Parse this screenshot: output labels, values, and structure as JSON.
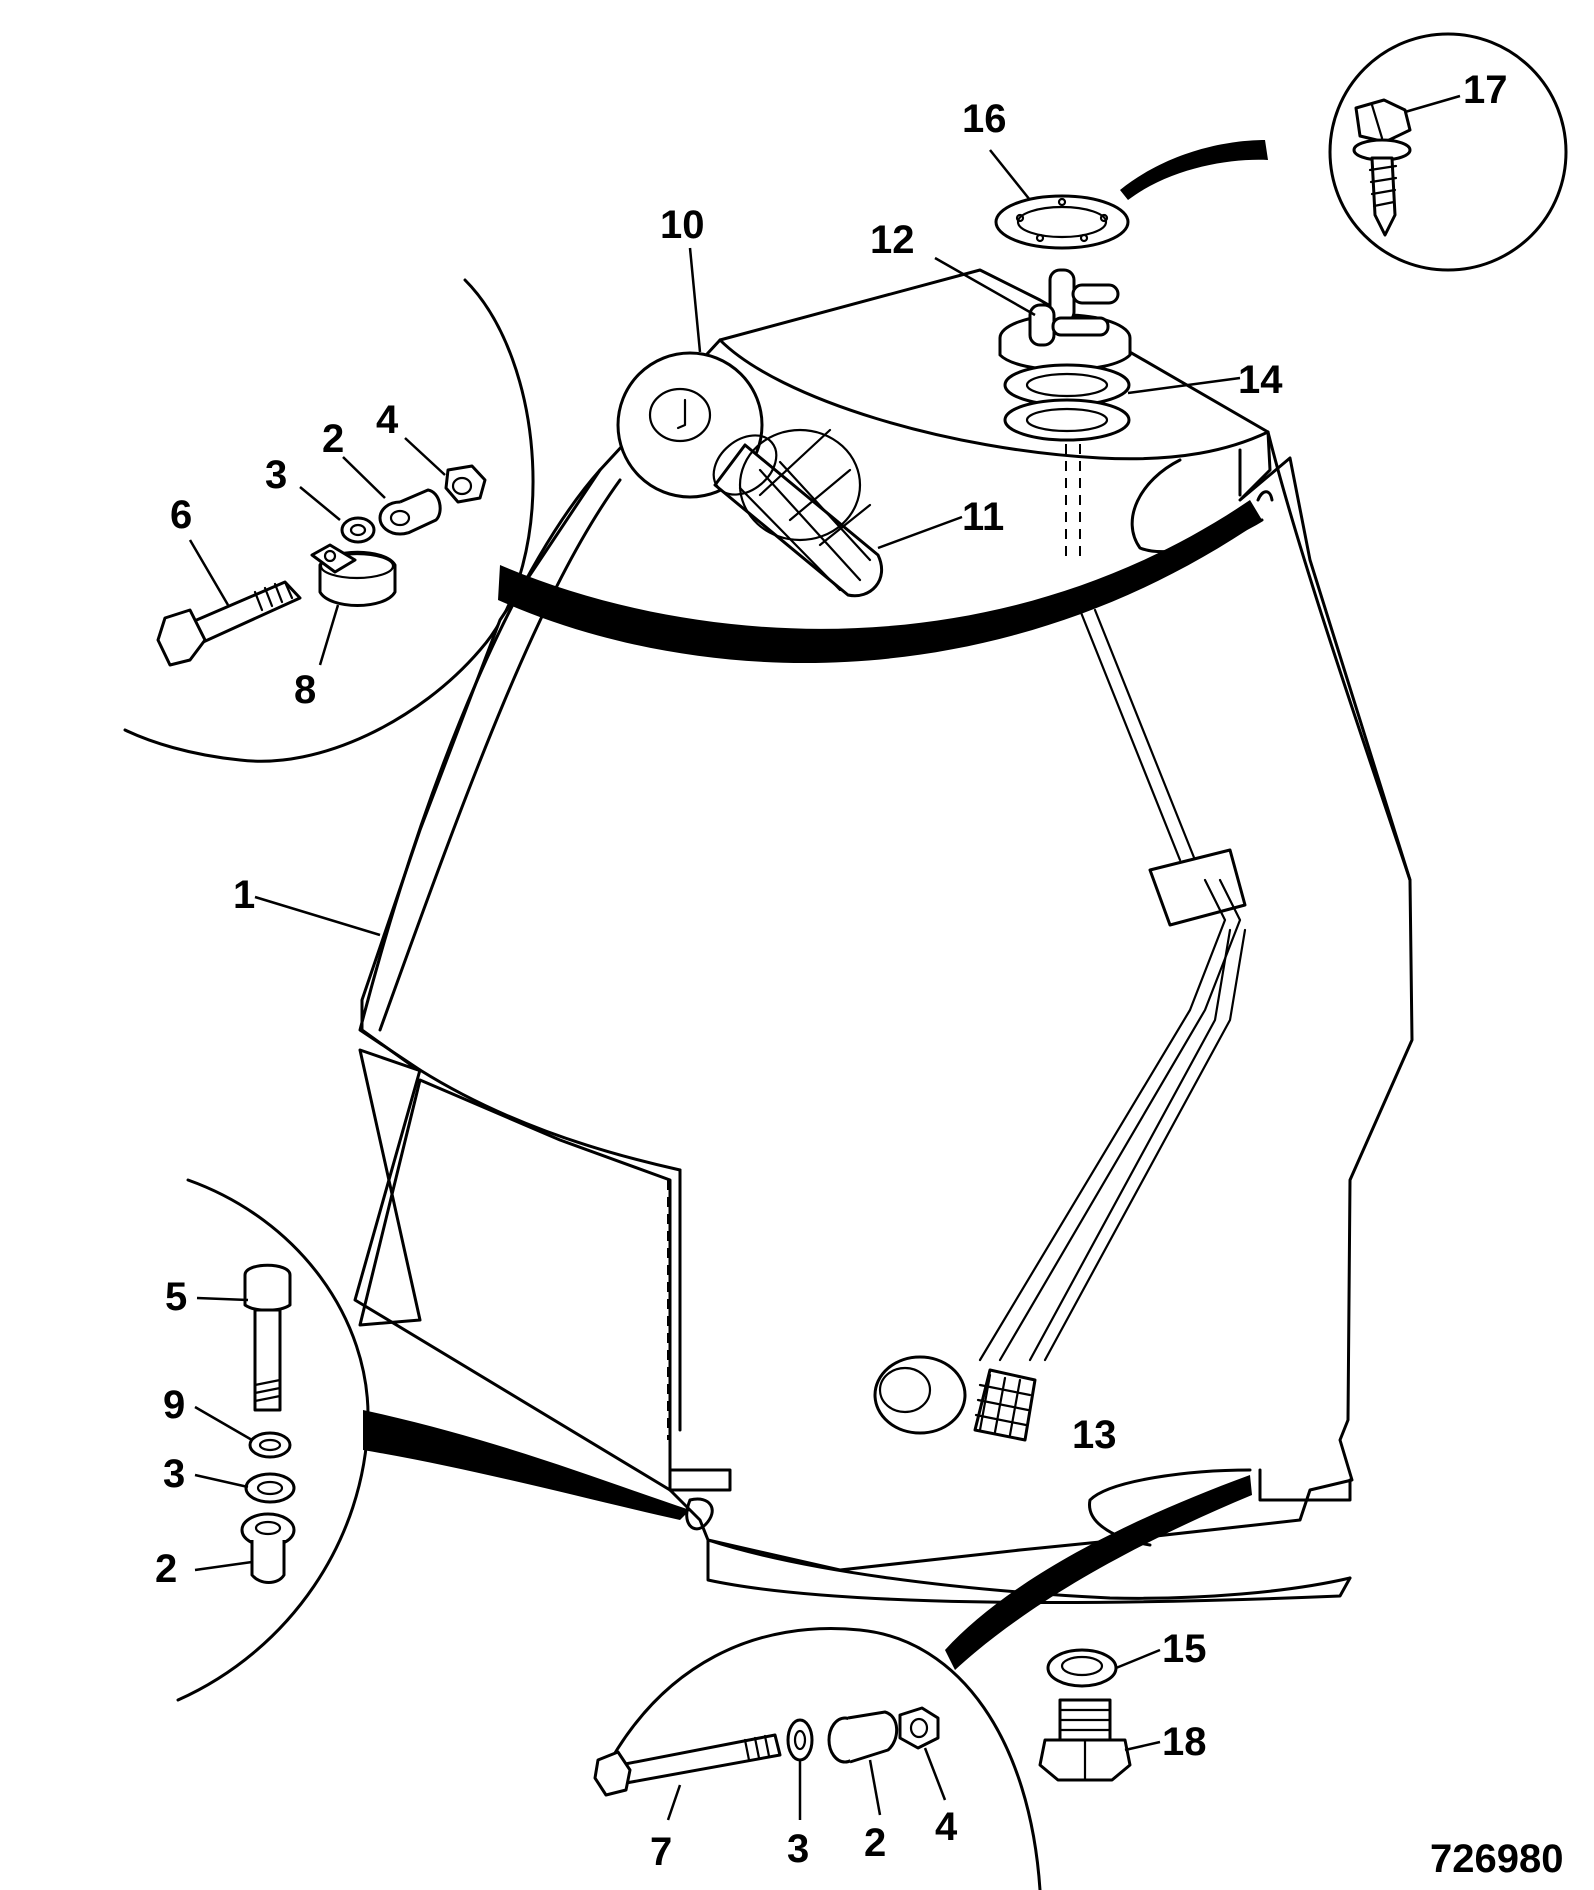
{
  "figure_number": "726980",
  "callouts": {
    "c1": "1",
    "c2_top": "2",
    "c2_left": "2",
    "c2_bottom": "2",
    "c3_top": "3",
    "c3_left": "3",
    "c3_bottom": "3",
    "c4_top": "4",
    "c4_bottom": "4",
    "c5": "5",
    "c6": "6",
    "c7": "7",
    "c8": "8",
    "c9": "9",
    "c10": "10",
    "c11": "11",
    "c12": "12",
    "c13": "13",
    "c14": "14",
    "c15": "15",
    "c16": "16",
    "c17": "17",
    "c18": "18"
  }
}
